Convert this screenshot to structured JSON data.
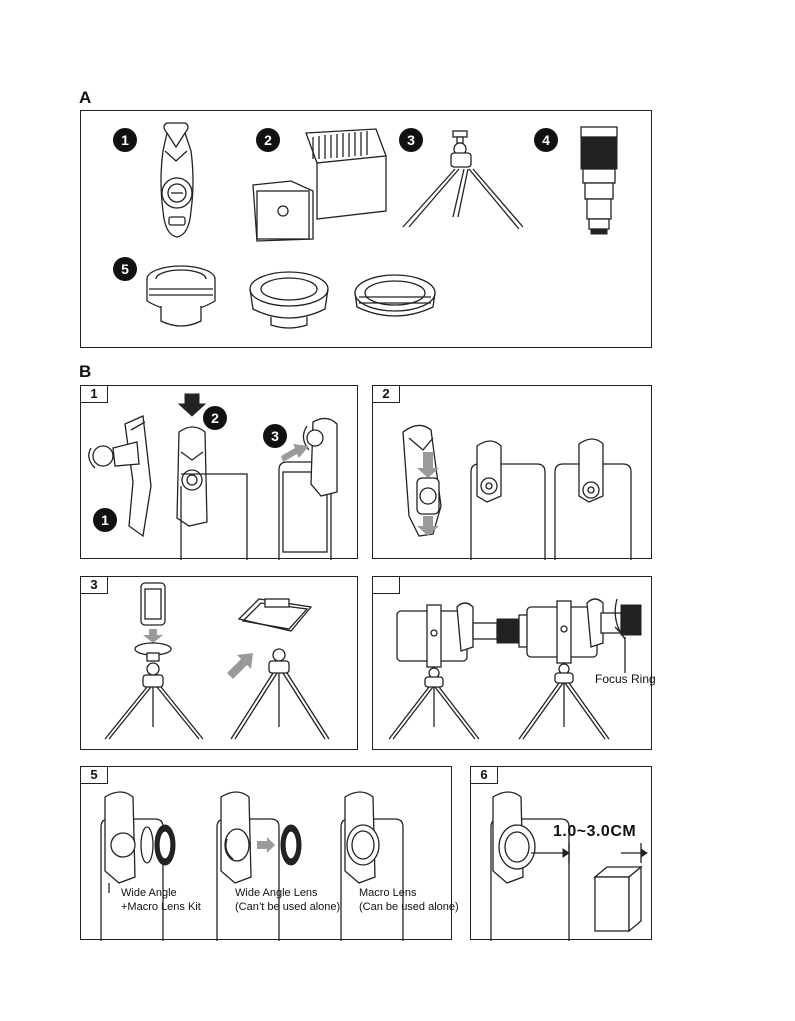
{
  "sections": {
    "a_label": "A",
    "b_label": "B"
  },
  "part_badges": [
    "1",
    "2",
    "3",
    "4",
    "5"
  ],
  "steps": {
    "step1": {
      "tab": "1",
      "badges": [
        "1",
        "2",
        "3"
      ]
    },
    "step2": {
      "tab": "2"
    },
    "step3": {
      "tab": "3"
    },
    "step4": {
      "tab": "",
      "focus_ring": "Focus Ring"
    },
    "step5": {
      "tab": "5",
      "label_kit": [
        "Wide Angle",
        "+Macro Lens Kit"
      ],
      "label_wide": [
        "Wide Angle Lens",
        "(Can’t be used alone)"
      ],
      "label_macro": [
        "Macro Lens",
        "(Can be used alone)"
      ]
    },
    "step6": {
      "tab": "6",
      "distance": "1.0~3.0CM"
    }
  }
}
